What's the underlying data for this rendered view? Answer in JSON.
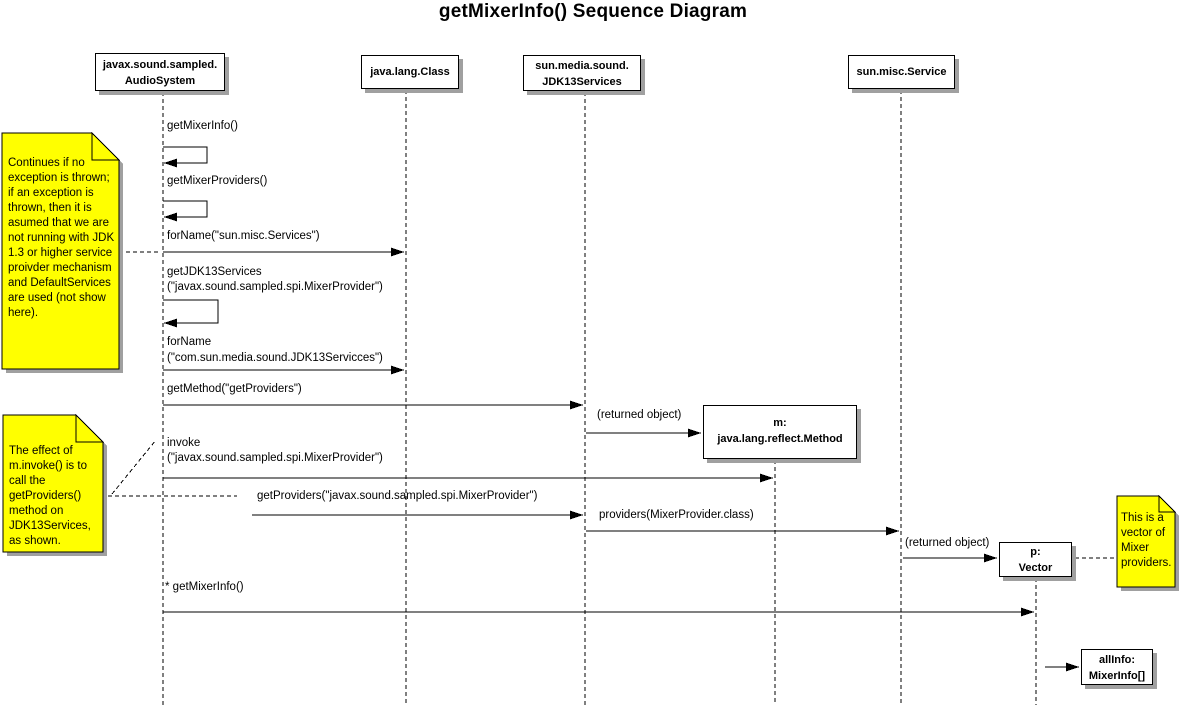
{
  "title": "getMixerInfo() Sequence Diagram",
  "actors": {
    "audiosystem": {
      "line1": "javax.sound.sampled.",
      "line2": "AudioSystem"
    },
    "class": {
      "label": "java.lang.Class"
    },
    "jdk13services": {
      "line1": "sun.media.sound.",
      "line2": "JDK13Services"
    },
    "service": {
      "label": "sun.misc.Service"
    }
  },
  "objects": {
    "method": {
      "line1": "m:",
      "line2": "java.lang.reflect.Method"
    },
    "vector": {
      "line1": "p:",
      "line2": "Vector"
    },
    "allinfo": {
      "line1": "allInfo:",
      "line2": "MixerInfo[]"
    }
  },
  "messages": {
    "get_mixer_info": "getMixerInfo()",
    "get_mixer_providers": "getMixerProviders()",
    "forname_services": "forName(\"sun.misc.Services\")",
    "get_jdk13_services_line1": "getJDK13Services",
    "get_jdk13_services_line2": "(\"javax.sound.sampled.spi.MixerProvider\")",
    "forname_jdk13_line1": "forName",
    "forname_jdk13_line2": "(\"com.sun.media.sound.JDK13Servicces\")",
    "get_method": "getMethod(\"getProviders\")",
    "returned_object_method": "(returned object)",
    "invoke_line1": "invoke",
    "invoke_line2": "(\"javax.sound.sampled.spi.MixerProvider\")",
    "get_providers": "getProviders(\"javax.sound.sampled.spi.MixerProvider\")",
    "providers": "providers(MixerProvider.class)",
    "returned_object_vector": "(returned object)",
    "star_get_mixer_info": "* getMixerInfo()"
  },
  "notes": {
    "no_exception": "Continues if no exception is thrown; if an exception is thrown, then it is asumed that we are not running with JDK 1.3 or higher service proivder mechanism and DefaultServices are used (not show here).",
    "invoke_effect": "The effect of m.invoke() is to call the getProviders() method on JDK13Services, as shown.",
    "vector_of_mixers": "This is a vector of Mixer providers."
  },
  "colors": {
    "note_fill": "#FFFF00",
    "box_fill": "#FFFFFF",
    "line": "#000000",
    "shadow": "#A0A0A0"
  }
}
